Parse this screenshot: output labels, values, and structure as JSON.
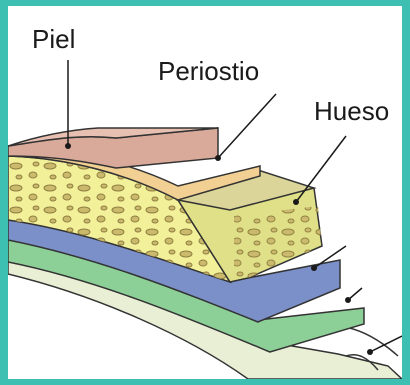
{
  "diagram": {
    "labels": {
      "skin": "Piel",
      "periosteum": "Periostio",
      "bone": "Hueso"
    },
    "colors": {
      "border": "#3dbfb2",
      "skin": "#d9a99a",
      "periosteum": "#f2cf92",
      "bone": "#f3f09a",
      "bone_cut": "#dfe088",
      "bone_spots": "#c9b66a",
      "dura": "#7b8fc8",
      "arachnoid": "#8ccf97",
      "pia": "#e9efd5"
    }
  }
}
